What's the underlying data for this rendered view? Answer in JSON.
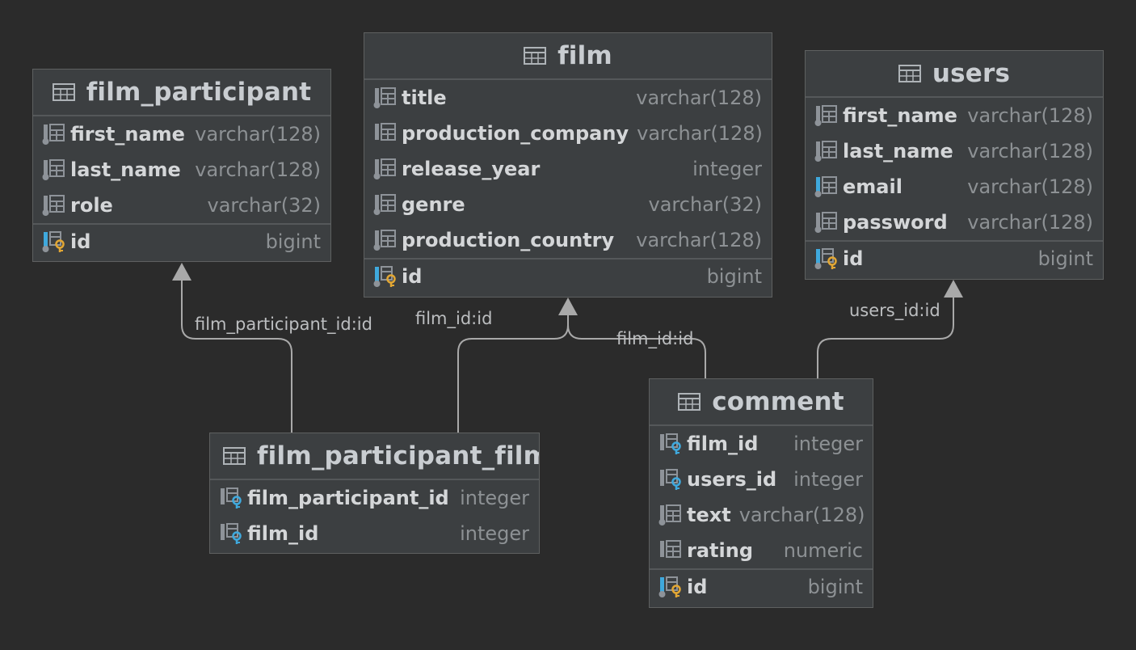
{
  "tables": {
    "film_participant": {
      "name": "film_participant",
      "columns": [
        {
          "name": "first_name",
          "type": "varchar(128)"
        },
        {
          "name": "last_name",
          "type": "varchar(128)"
        },
        {
          "name": "role",
          "type": "varchar(32)"
        }
      ],
      "pk": {
        "name": "id",
        "type": "bigint"
      }
    },
    "film": {
      "name": "film",
      "columns": [
        {
          "name": "title",
          "type": "varchar(128)"
        },
        {
          "name": "production_company",
          "type": "varchar(128)"
        },
        {
          "name": "release_year",
          "type": "integer"
        },
        {
          "name": "genre",
          "type": "varchar(32)"
        },
        {
          "name": "production_country",
          "type": "varchar(128)"
        }
      ],
      "pk": {
        "name": "id",
        "type": "bigint"
      }
    },
    "users": {
      "name": "users",
      "columns": [
        {
          "name": "first_name",
          "type": "varchar(128)"
        },
        {
          "name": "last_name",
          "type": "varchar(128)"
        },
        {
          "name": "email",
          "type": "varchar(128)"
        },
        {
          "name": "password",
          "type": "varchar(128)"
        }
      ],
      "pk": {
        "name": "id",
        "type": "bigint"
      }
    },
    "film_participant_film": {
      "name": "film_participant_film",
      "columns": [
        {
          "name": "film_participant_id",
          "type": "integer"
        },
        {
          "name": "film_id",
          "type": "integer"
        }
      ]
    },
    "comment": {
      "name": "comment",
      "columns": [
        {
          "name": "film_id",
          "type": "integer"
        },
        {
          "name": "users_id",
          "type": "integer"
        },
        {
          "name": "text",
          "type": "varchar(128)"
        },
        {
          "name": "rating",
          "type": "numeric"
        }
      ],
      "pk": {
        "name": "id",
        "type": "bigint"
      }
    }
  },
  "relations": {
    "fpf_to_fp": "film_participant_id:id",
    "fpf_to_film": "film_id:id",
    "comment_to_film": "film_id:id",
    "comment_to_users": "users_id:id"
  },
  "colors": {
    "background": "#2b2b2b",
    "table_bg": "#3c3f41",
    "key_gold": "#e2a734",
    "fk_blue": "#3fa9dd",
    "edge": "#a9a9a9"
  }
}
